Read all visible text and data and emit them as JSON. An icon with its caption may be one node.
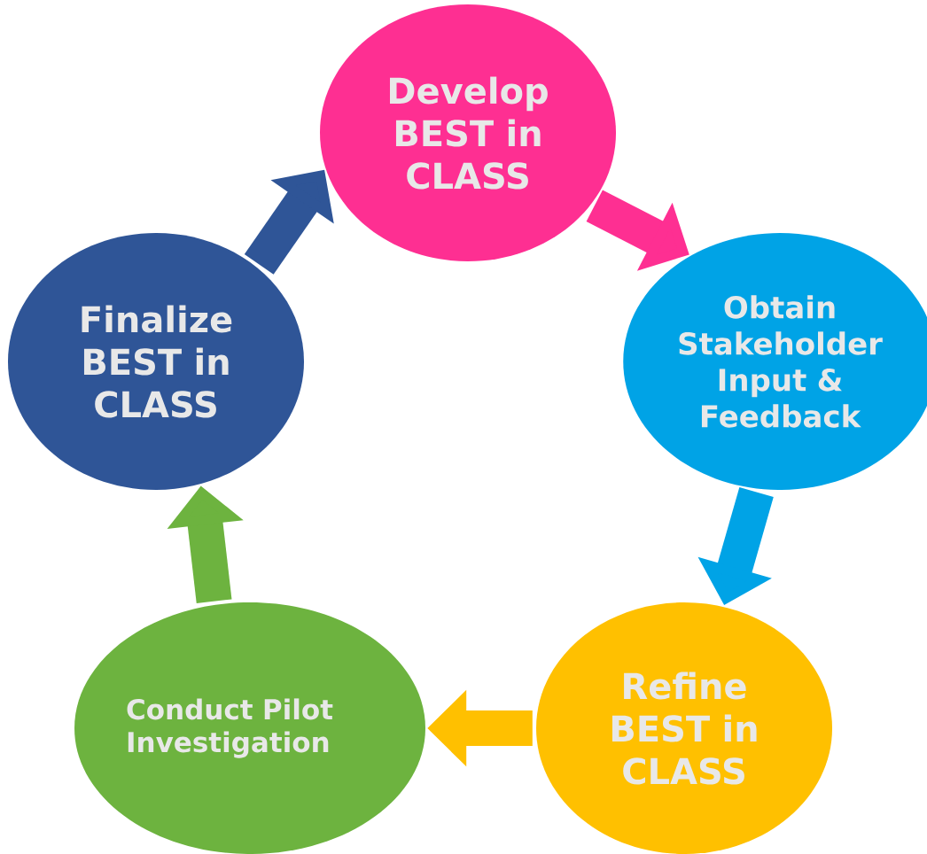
{
  "diagram": {
    "nodes": [
      {
        "text": [
          "Develop BEST in CLASS"
        ]
      },
      {
        "text": [
          "Obtain Stakeholder Input & Feedback"
        ]
      },
      {
        "text": [
          "Refine BEST in CLASS"
        ]
      },
      {
        "text": [
          "Conduct Pilot Investigation"
        ]
      },
      {
        "text": [
          "Finalize BEST in CLASS"
        ]
      }
    ],
    "edges": [
      {
        "from": 0,
        "to": 1,
        "arrow": "to",
        "color": "#fe2f92"
      },
      {
        "from": 1,
        "to": 2,
        "arrow": "to",
        "color": "#00a3e6"
      },
      {
        "from": 2,
        "to": 3,
        "arrow": "to",
        "color": "#ffc000"
      },
      {
        "from": 3,
        "to": 4,
        "arrow": "to",
        "color": "#6db33f"
      },
      {
        "from": 4,
        "to": 0,
        "arrow": "to",
        "color": "#2f5597"
      }
    ]
  }
}
